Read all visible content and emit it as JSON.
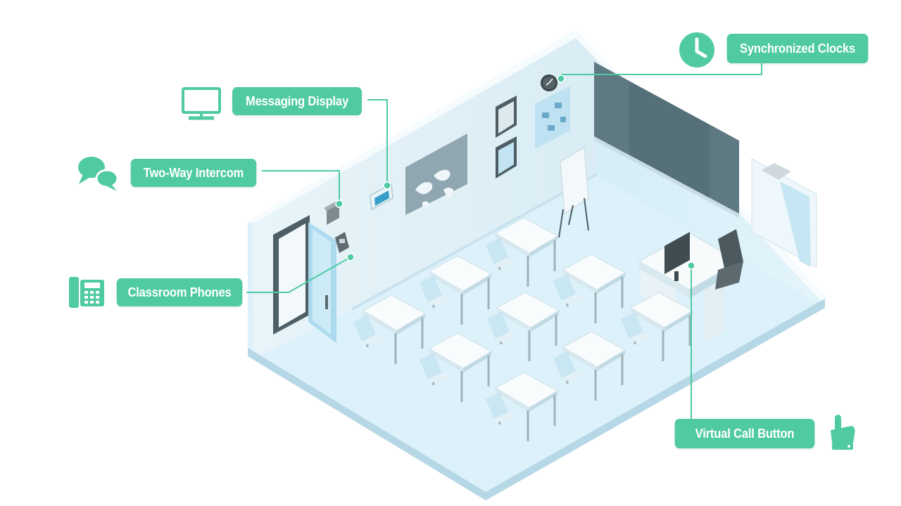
{
  "colors": {
    "accent": "#4fcaa3",
    "label_text": "#ffffff",
    "floor": "#dff2fa",
    "wall": "#e6f4fa",
    "chalkboard": "#5f7983"
  },
  "callouts": {
    "synchronized_clocks": {
      "label": "Synchronized Clocks",
      "icon": "clock-icon"
    },
    "messaging_display": {
      "label": "Messaging Display",
      "icon": "monitor-icon"
    },
    "two_way_intercom": {
      "label": "Two-Way Intercom",
      "icon": "speech-bubbles-icon"
    },
    "classroom_phones": {
      "label": "Classroom Phones",
      "icon": "desk-phone-icon"
    },
    "virtual_call_button": {
      "label": "Virtual Call Button",
      "icon": "pointing-hand-icon"
    }
  }
}
